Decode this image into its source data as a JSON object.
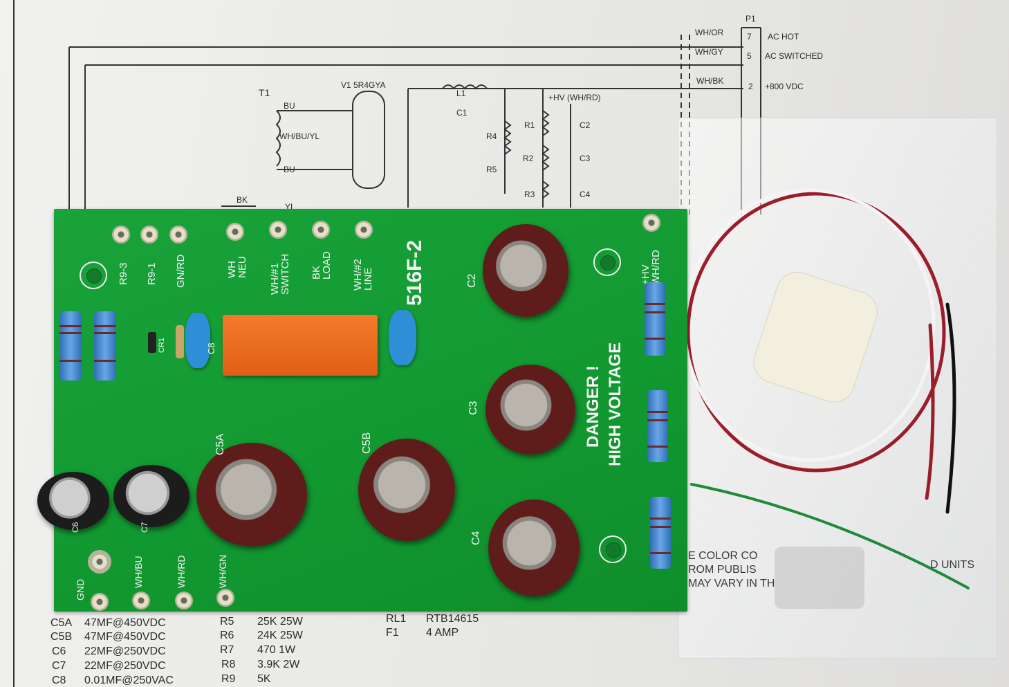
{
  "schematic": {
    "p1_label": "P1",
    "t1_label": "T1",
    "v1_label": "V1 5R4GYA",
    "l1": "L1",
    "c1": "C1",
    "hv_label": "+HV (WH/RD)",
    "r1": "R1",
    "r2": "R2",
    "r3": "R3",
    "r4": "R4",
    "r5": "R5",
    "c2": "C2",
    "c3": "C3",
    "c4": "C4",
    "wire_bu_top": "BU",
    "wire_whbuyl": "WH/BU/YL",
    "wire_bu_bottom": "BU",
    "wire_bk": "BK",
    "wire_yl": "YL",
    "p1_rows": [
      {
        "wire": "WH/OR",
        "pin": "7",
        "desc": "AC HOT"
      },
      {
        "wire": "WH/GY",
        "pin": "5",
        "desc": "AC SWITCHED"
      },
      {
        "wire": "WH/BK",
        "pin": "2",
        "desc": "+800 VDC"
      }
    ]
  },
  "parts_list": {
    "left": [
      {
        "ref": "C5A",
        "value": "47MF@450VDC"
      },
      {
        "ref": "C5B",
        "value": "47MF@450VDC"
      },
      {
        "ref": "C6",
        "value": "22MF@250VDC"
      },
      {
        "ref": "C7",
        "value": "22MF@250VDC"
      },
      {
        "ref": "C8",
        "value": "0.01MF@250VAC"
      }
    ],
    "middle": [
      {
        "ref": "R5",
        "value": "25K 25W"
      },
      {
        "ref": "R6",
        "value": "24K 25W"
      },
      {
        "ref": "R7",
        "value": "470 1W"
      },
      {
        "ref": "R8",
        "value": "3.9K 2W"
      },
      {
        "ref": "R9",
        "value": "5K"
      }
    ],
    "right": [
      {
        "ref": "RL1",
        "value": "RTB14615"
      },
      {
        "ref": "F1",
        "value": "4 AMP"
      }
    ]
  },
  "notes": {
    "line1": "E COLOR CO",
    "line1b": "D UNITS",
    "line2": "ROM PUBLIS",
    "line3": "MAY VARY IN TH"
  },
  "board": {
    "model": "516F-2",
    "warning_line1": "DANGER !",
    "warning_line2": "HIGH VOLTAGE",
    "pad_labels": [
      "R9-3",
      "R9-1",
      "GN/RD",
      "WH NEU",
      "WH/#1 SWITCH",
      "BK LOAD",
      "WH/#2 LINE"
    ],
    "hv_label": "+HV WH/RD",
    "bottom_labels": [
      "GND",
      "WH/BU",
      "WH/RD",
      "WH/GN"
    ],
    "cap_labels": [
      "C2",
      "C3",
      "C4",
      "C5A",
      "C5B"
    ],
    "small_labels": {
      "cr1": "CR1",
      "c8": "C8",
      "c6": "C6",
      "c7": "C7"
    }
  },
  "colors": {
    "pcb": "#139a32",
    "silkscreen": "#f4f4f4",
    "paper": "#ececea",
    "relay": "#ec6b20",
    "resistor": "#3d85d0",
    "cap_sleeve": "#5e1c1a"
  }
}
